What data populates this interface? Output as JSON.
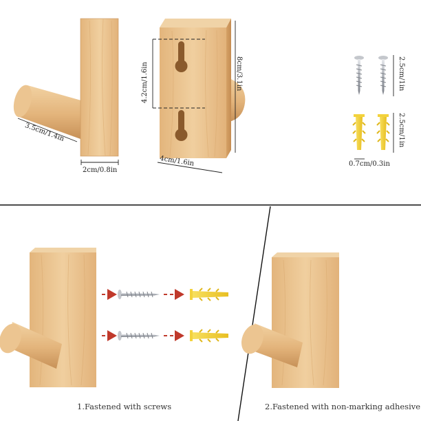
{
  "dimensions": {
    "depth": "3.5cm/1.4in",
    "width_front": "2cm/0.8in",
    "width_side": "4cm/1.6in",
    "height": "8cm/3.1in",
    "slot_spacing": "4.2cm/1.6in",
    "screw_length": "2.5cm/1in",
    "anchor_length": "2.5cm/1in",
    "anchor_diameter": "0.7cm/0.3in"
  },
  "methods": {
    "screws": "1.Fastened with screws",
    "adhesive": "2.Fastened with non-marking adhesive"
  },
  "colors": {
    "wood_light": "#f1d4a8",
    "wood": "#e6bc86",
    "wood_dark": "#c9935a",
    "arrow_red": "#c0392b",
    "anchor_yellow": "#f3d23c",
    "screw_silver": "#b9bcc2",
    "divider": "#111111"
  }
}
